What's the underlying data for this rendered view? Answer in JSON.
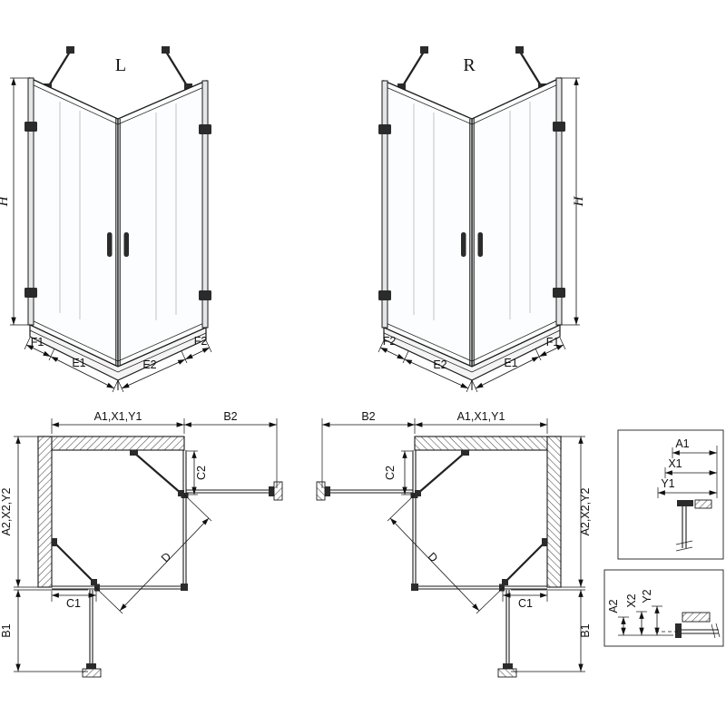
{
  "front_view_left": {
    "label": "L",
    "height_dim": "H",
    "fixed_dim_left": "F1",
    "door_dim_left": "E1",
    "door_dim_right": "E2",
    "fixed_dim_right": "F2"
  },
  "front_view_right": {
    "label": "R",
    "height_dim": "H",
    "fixed_dim_left": "F2",
    "door_dim_left": "E2",
    "door_dim_right": "E1",
    "fixed_dim_right": "F1"
  },
  "plan_view_left": {
    "top_dim_left": "A1,X1,Y1",
    "top_dim_right": "B2",
    "side_dim_small": "C2",
    "left_dim": "A2,X2,Y2",
    "bottom_dim": "C1",
    "lower_left_dim": "B1",
    "diagonal_dim": "D"
  },
  "plan_view_right": {
    "top_dim_left": "B2",
    "top_dim_right": "A1,X1,Y1",
    "side_dim_small": "C2",
    "right_dim": "A2,X2,Y2",
    "bottom_dim": "C1",
    "lower_right_dim": "B1",
    "diagonal_dim": "D"
  },
  "detail_top": {
    "dims": [
      "A1",
      "X1",
      "Y1"
    ]
  },
  "detail_bottom": {
    "dims": [
      "A2",
      "X2",
      "Y2"
    ]
  },
  "colors": {
    "line": "#1a1a1a",
    "hardware": "#2b2b2b",
    "background": "#ffffff"
  }
}
